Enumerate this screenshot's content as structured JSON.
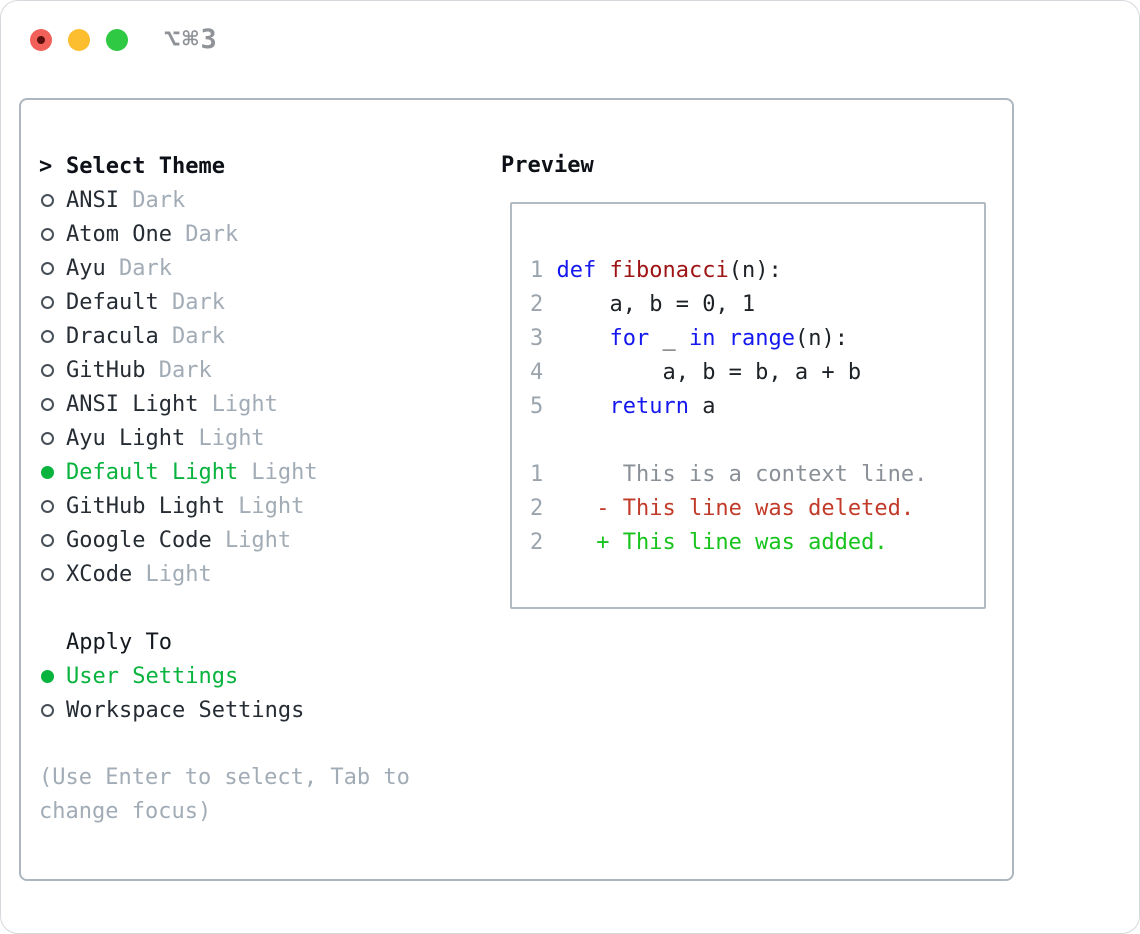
{
  "window": {
    "title_shortcut": "⌥⌘3"
  },
  "colors": {
    "window_border": "#d5d9dd",
    "panel_border": "#aeb6bf",
    "preview_border": "#b2bac2",
    "traffic_red": "#f2605a",
    "traffic_red_dot": "#5c100e",
    "traffic_yellow": "#fcbd2f",
    "traffic_green": "#2fc944",
    "title_gray": "#8f9398",
    "header_text": "#0d1117",
    "section_text": "#14191f",
    "text_dark": "#262c33",
    "muted": "#a2acb6",
    "radio_ring": "#48505a",
    "accent_green": "#08b33e",
    "line_number": "#9ba4ad",
    "keyword_blue": "#1418ee",
    "function_red": "#9e1313",
    "code_text": "#1d2227",
    "context_gray": "#8a9097",
    "deleted_red": "#c23b2a",
    "added_green": "#17c31d"
  },
  "sidebar": {
    "prompt_marker": ">",
    "rows": [
      {
        "type": "header",
        "label": "Select Theme"
      },
      {
        "type": "theme",
        "label": "ANSI",
        "variant": "Dark",
        "selected": false
      },
      {
        "type": "theme",
        "label": "Atom One",
        "variant": "Dark",
        "selected": false
      },
      {
        "type": "theme",
        "label": "Ayu",
        "variant": "Dark",
        "selected": false
      },
      {
        "type": "theme",
        "label": "Default",
        "variant": "Dark",
        "selected": false
      },
      {
        "type": "theme",
        "label": "Dracula",
        "variant": "Dark",
        "selected": false
      },
      {
        "type": "theme",
        "label": "GitHub",
        "variant": "Dark",
        "selected": false
      },
      {
        "type": "theme",
        "label": "ANSI Light",
        "variant": "Light",
        "selected": false
      },
      {
        "type": "theme",
        "label": "Ayu Light",
        "variant": "Light",
        "selected": false
      },
      {
        "type": "theme",
        "label": "Default Light",
        "variant": "Light",
        "selected": true
      },
      {
        "type": "theme",
        "label": "GitHub Light",
        "variant": "Light",
        "selected": false
      },
      {
        "type": "theme",
        "label": "Google Code",
        "variant": "Light",
        "selected": false
      },
      {
        "type": "theme",
        "label": "XCode",
        "variant": "Light",
        "selected": false
      },
      {
        "type": "spacer"
      },
      {
        "type": "section",
        "label": "Apply To"
      },
      {
        "type": "option",
        "label": "User Settings",
        "selected": true
      },
      {
        "type": "option",
        "label": "Workspace Settings",
        "selected": false
      }
    ],
    "hint": "(Use Enter to select, Tab to change focus)"
  },
  "preview": {
    "title": "Preview",
    "lines": [
      [
        {
          "c": "ln",
          "t": "1"
        },
        {
          "c": "txt",
          "t": " "
        },
        {
          "c": "kw",
          "t": "def"
        },
        {
          "c": "txt",
          "t": " "
        },
        {
          "c": "fn",
          "t": "fibonacci"
        },
        {
          "c": "txt",
          "t": "(n):"
        }
      ],
      [
        {
          "c": "ln",
          "t": "2"
        },
        {
          "c": "txt",
          "t": "     a, b = 0, 1"
        }
      ],
      [
        {
          "c": "ln",
          "t": "3"
        },
        {
          "c": "txt",
          "t": "     "
        },
        {
          "c": "kw",
          "t": "for"
        },
        {
          "c": "txt",
          "t": " _ "
        },
        {
          "c": "kw",
          "t": "in"
        },
        {
          "c": "txt",
          "t": " "
        },
        {
          "c": "kw",
          "t": "range"
        },
        {
          "c": "txt",
          "t": "(n):"
        }
      ],
      [
        {
          "c": "ln",
          "t": "4"
        },
        {
          "c": "txt",
          "t": "         a, b = b, a + b"
        }
      ],
      [
        {
          "c": "ln",
          "t": "5"
        },
        {
          "c": "txt",
          "t": "     "
        },
        {
          "c": "kw",
          "t": "return"
        },
        {
          "c": "txt",
          "t": " a"
        }
      ],
      [],
      [
        {
          "c": "ln",
          "t": "1"
        },
        {
          "c": "ctx",
          "t": "      This is a context line."
        }
      ],
      [
        {
          "c": "ln",
          "t": "2"
        },
        {
          "c": "del",
          "t": "    - This line was deleted."
        }
      ],
      [
        {
          "c": "ln",
          "t": "2"
        },
        {
          "c": "add",
          "t": "    + This line was added."
        }
      ]
    ]
  }
}
